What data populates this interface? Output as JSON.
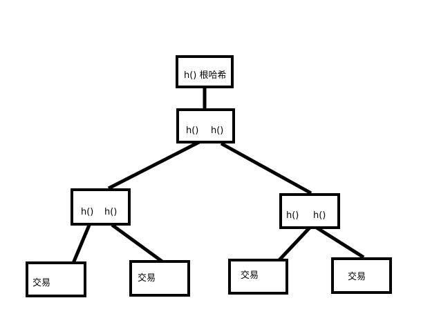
{
  "diagram": {
    "root": {
      "label": "h() 根哈希"
    },
    "level1": {
      "left": "h()",
      "right": "h()"
    },
    "left_branch": {
      "left": "h()",
      "right": "h()"
    },
    "right_branch": {
      "left": "h()",
      "right": "h()"
    },
    "leaves": [
      {
        "label": "交易"
      },
      {
        "label": "交易"
      },
      {
        "label": "交易"
      },
      {
        "label": "交易"
      }
    ],
    "stroke_color": "#000000",
    "background_color": "#ffffff"
  }
}
